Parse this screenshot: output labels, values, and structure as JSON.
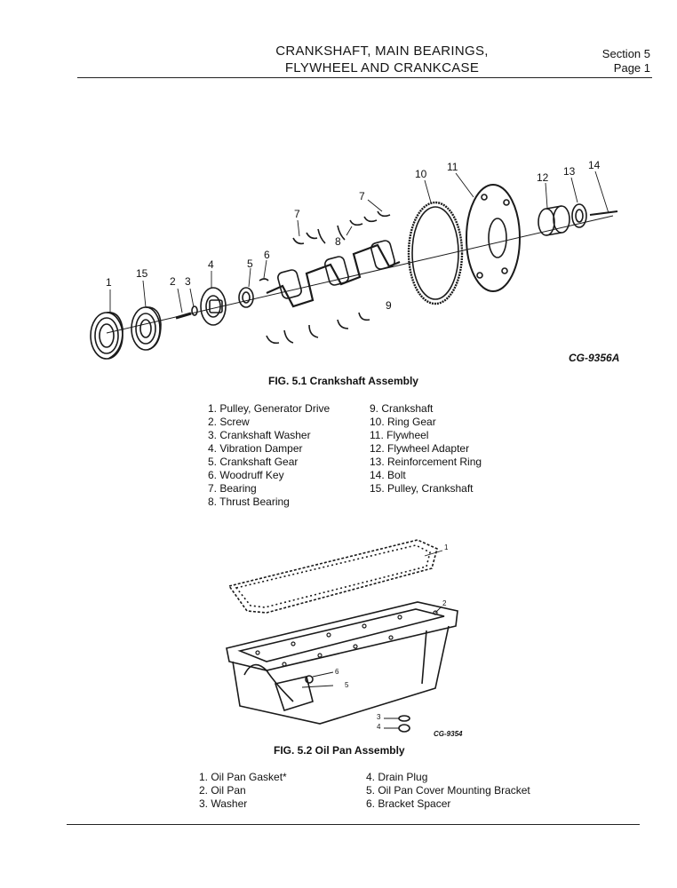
{
  "header": {
    "title_line1": "CRANKSHAFT, MAIN BEARINGS,",
    "title_line2": "FLYWHEEL AND CRANKCASE",
    "section": "Section 5",
    "page": "Page 1"
  },
  "figure1": {
    "code": "CG-9356A",
    "caption": "FIG. 5.1 Crankshaft Assembly",
    "callouts": [
      "1",
      "15",
      "2",
      "3",
      "4",
      "5",
      "6",
      "7",
      "7",
      "8",
      "9",
      "10",
      "11",
      "12",
      "13",
      "14"
    ],
    "legend_left": [
      "1. Pulley, Generator Drive",
      "2. Screw",
      "3. Crankshaft Washer",
      "4. Vibration Damper",
      "5. Crankshaft Gear",
      "6. Woodruff Key",
      "7. Bearing",
      "8. Thrust Bearing"
    ],
    "legend_right": [
      "9. Crankshaft",
      "10. Ring Gear",
      "11. Flywheel",
      "12. Flywheel Adapter",
      "13. Reinforcement Ring",
      "14. Bolt",
      "15. Pulley, Crankshaft"
    ]
  },
  "figure2": {
    "code": "CG-9354",
    "caption": "FIG. 5.2 Oil Pan Assembly",
    "callouts": [
      "1",
      "2",
      "3",
      "4",
      "5",
      "6"
    ],
    "legend_left": [
      "1. Oil Pan Gasket*",
      "2. Oil Pan",
      "3. Washer"
    ],
    "legend_right": [
      "4. Drain Plug",
      "5. Oil Pan Cover Mounting Bracket",
      "6. Bracket Spacer"
    ]
  }
}
